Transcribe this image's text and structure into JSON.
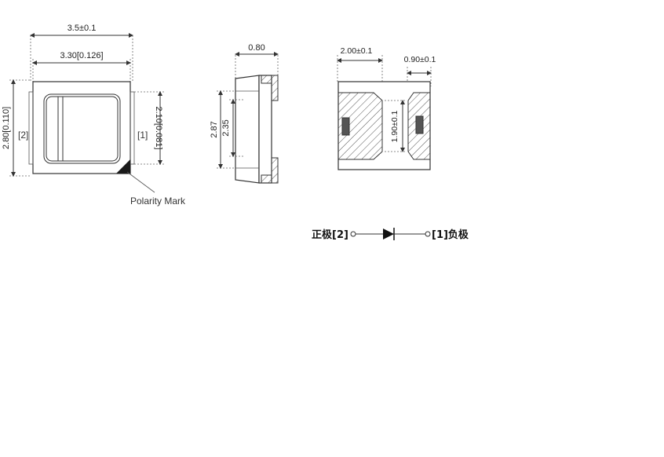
{
  "top_view": {
    "width_outer": "3.5±0.1",
    "width_inner": "3.30[0.126]",
    "height_outer": "2.80[0.110]",
    "height_pad": "2.10[0.081]",
    "pin_left": "[2]",
    "pin_right": "[1]",
    "polarity": "Polarity Mark"
  },
  "side_view": {
    "thickness": "0.80",
    "height_outer": "2.87",
    "height_inner": "2.35"
  },
  "bottom_view": {
    "pad_width": "2.00±0.1",
    "pad_gap": "0.90±0.1",
    "pad_height": "1.90±0.1"
  },
  "schematic": {
    "left_label": "正极[2]",
    "right_label": "[1]负极"
  },
  "colors": {
    "line": "#333333",
    "hatch": "#555555",
    "polarity": "#1a1a1a"
  }
}
